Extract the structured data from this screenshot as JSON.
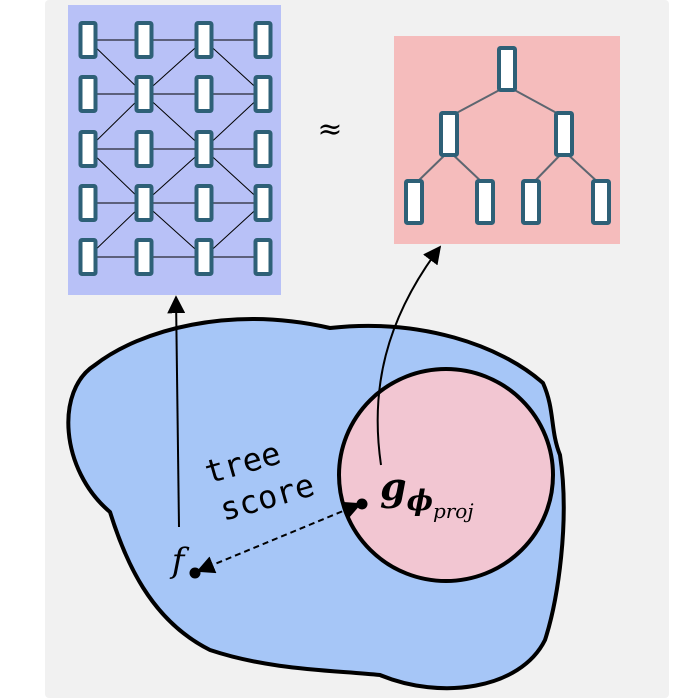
{
  "approx_symbol": "≈",
  "tree_score_label": {
    "line1": "tree",
    "line2": "score"
  },
  "f_label": "f",
  "g_label": {
    "main": "g",
    "sub1": "ϕ",
    "sub2": "proj"
  },
  "colors": {
    "background_panel": "#f1f1f1",
    "network_box": "#b8c1f7",
    "tree_box": "#f5bcbc",
    "blob_fill": "#a6c6f7",
    "circle_fill": "#f2c6d2",
    "node_stroke": "#2e6077",
    "node_fill": "#ffffff",
    "line": "#000000"
  },
  "network": {
    "columns": 4,
    "rows": 5
  },
  "tree": {
    "levels": [
      1,
      2,
      4
    ]
  }
}
